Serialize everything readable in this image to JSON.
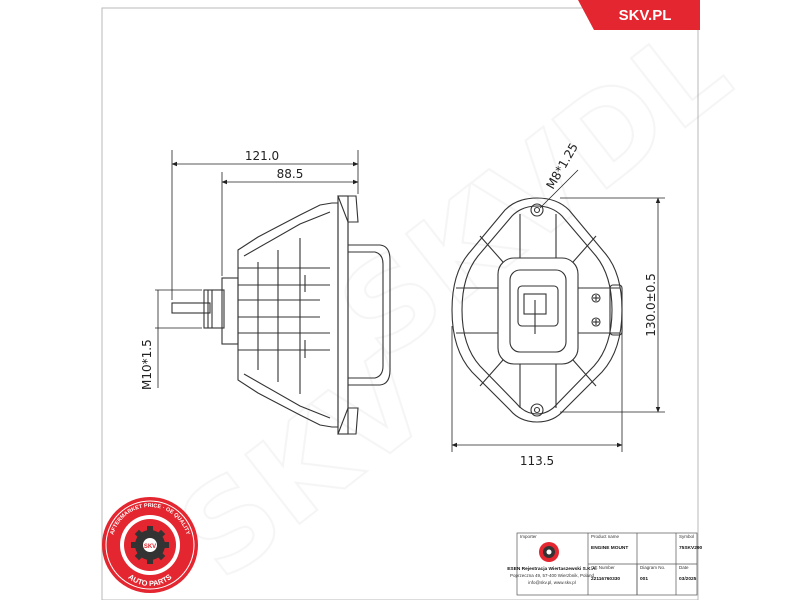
{
  "brand": {
    "logo_text": "SKV.PL",
    "color": "#e3262f"
  },
  "watermark": {
    "text": "SKVDL"
  },
  "dimensions": {
    "overall_width": "121.0",
    "body_width": "88.5",
    "stud_thread": "M10*1.5",
    "top_thread": "M8*1.25",
    "height": "130.0±0.5",
    "base_width": "113.5"
  },
  "seal": {
    "ring_text": "AFTERMARKET PRICE · OE QUALITY",
    "bottom_text": "AUTO PARTS",
    "center_text": "SKV"
  },
  "title_block": {
    "importer_label": "Importer",
    "product_name_label": "Product name",
    "symbol_label": "Symbol",
    "oe_label": "OE Number",
    "diagram_label": "Diagram No.",
    "date_label": "Date",
    "company_line1": "ESEN Rejestracja Wiertaszewski S.K.A.",
    "company_line2": "Poprzeczna 49, 57-400 Wierzbnik, Poland",
    "company_line3": "info@skv.pl, www.skv.pl",
    "product_name": "ENGINE MOUNT",
    "symbol": "75SKV290",
    "oe_number": "22116760330",
    "diagram_no": "001",
    "date": "03/2025"
  }
}
